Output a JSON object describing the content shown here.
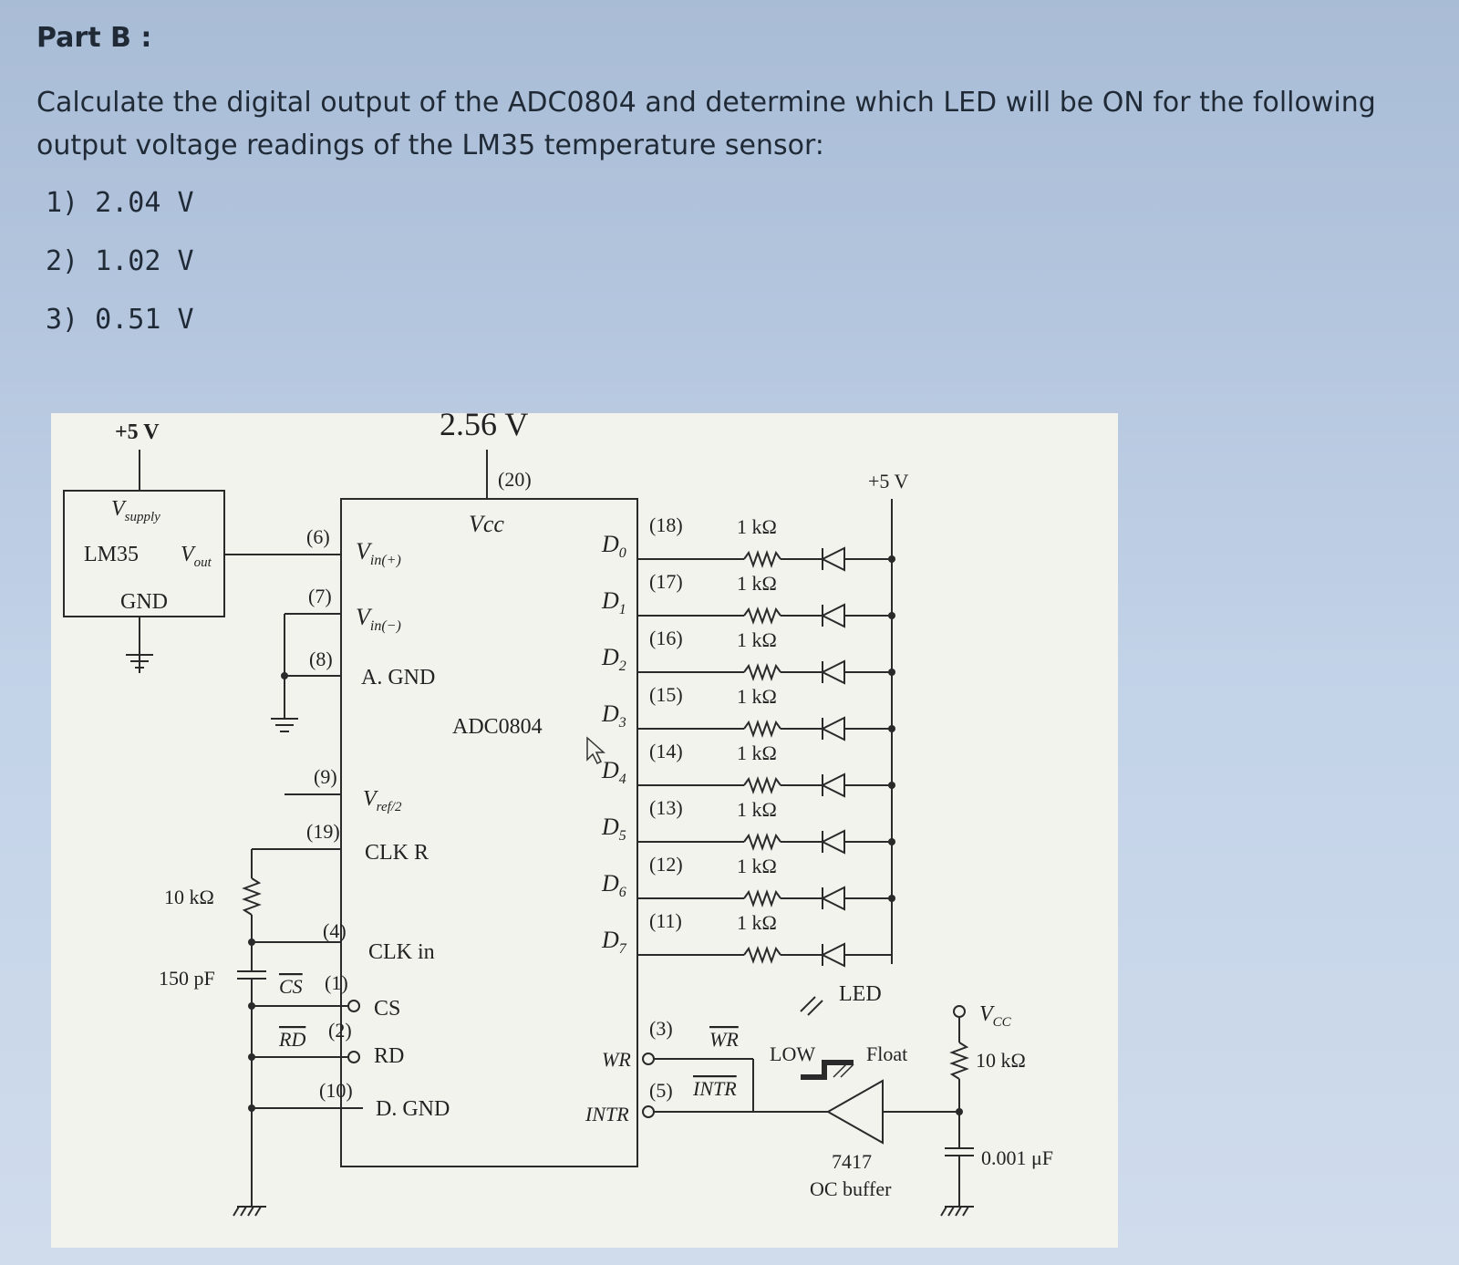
{
  "question": {
    "part_title": "Part B :",
    "prompt": "Calculate the digital output of the ADC0804 and determine which LED will be ON for the following output voltage readings of the LM35 temperature sensor:",
    "options": [
      "1)  2.04 V",
      "2)  1.02 V",
      "3)  0.51 V"
    ]
  },
  "schematic": {
    "supply_left": "+5 V",
    "reference_voltage": "2.56 V",
    "vcc_pin": "(20)",
    "vcc_label": "Vcc",
    "sensor": {
      "vsupply": "V",
      "vsupply_sub": "supply",
      "name": "LM35",
      "vout": "V",
      "vout_sub": "out",
      "gnd": "GND"
    },
    "chip_name": "ADC0804",
    "left_pins": [
      {
        "num": "(6)",
        "label": "V",
        "sub": "in(+)"
      },
      {
        "num": "(7)",
        "label": "V",
        "sub": "in(−)"
      },
      {
        "num": "(8)",
        "label": "A. GND",
        "sub": ""
      },
      {
        "num": "(9)",
        "label": "V",
        "sub": "ref/2"
      },
      {
        "num": "(19)",
        "label": "CLK R",
        "sub": ""
      },
      {
        "num": "(4)",
        "label": "CLK in",
        "sub": ""
      },
      {
        "num": "(1)",
        "label": "CS",
        "sub": ""
      },
      {
        "num": "(2)",
        "label": "RD",
        "sub": ""
      },
      {
        "num": "(10)",
        "label": "D. GND",
        "sub": ""
      }
    ],
    "cs_ext": "CS",
    "rd_ext": "RD",
    "data_pins": [
      {
        "label": "D",
        "sub": "0",
        "num": "(18)"
      },
      {
        "label": "D",
        "sub": "1",
        "num": "(17)"
      },
      {
        "label": "D",
        "sub": "2",
        "num": "(16)"
      },
      {
        "label": "D",
        "sub": "3",
        "num": "(15)"
      },
      {
        "label": "D",
        "sub": "4",
        "num": "(14)"
      },
      {
        "label": "D",
        "sub": "5",
        "num": "(13)"
      },
      {
        "label": "D",
        "sub": "6",
        "num": "(12)"
      },
      {
        "label": "D",
        "sub": "7",
        "num": "(11)"
      }
    ],
    "resistor_label": "1 kΩ",
    "led_supply": "+5 V",
    "led_label": "LED",
    "wr": {
      "pin_label": "WR",
      "num": "(3)",
      "ext": "WR"
    },
    "intr": {
      "pin_label": "INTR",
      "num": "(5)",
      "ext": "INTR"
    },
    "low_label": "LOW",
    "float_label": "Float",
    "buffer_part": "7417",
    "buffer_desc": "OC buffer",
    "clk_resistor": "10 kΩ",
    "clk_capacitor": "150 pF",
    "right_vcc": "V",
    "right_vcc_sub": "CC",
    "right_resistor": "10 kΩ",
    "right_capacitor": "0.001 μF"
  }
}
